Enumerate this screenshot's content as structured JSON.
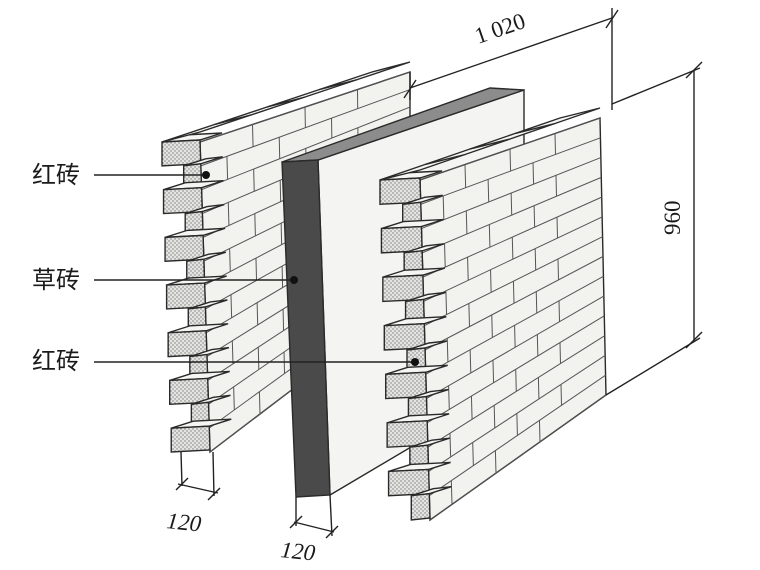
{
  "labels": {
    "red_brick_top": "红砖",
    "straw_brick": "草砖",
    "red_brick_bottom": "红砖"
  },
  "dimensions": {
    "total_thickness": "1 020",
    "height": "960",
    "left_wall_thickness": "120",
    "straw_thickness": "120"
  },
  "colors": {
    "straw_core": "#4a4a4a",
    "straw_top": "#8c8c8c",
    "brick_end": "#cfcfcf"
  }
}
